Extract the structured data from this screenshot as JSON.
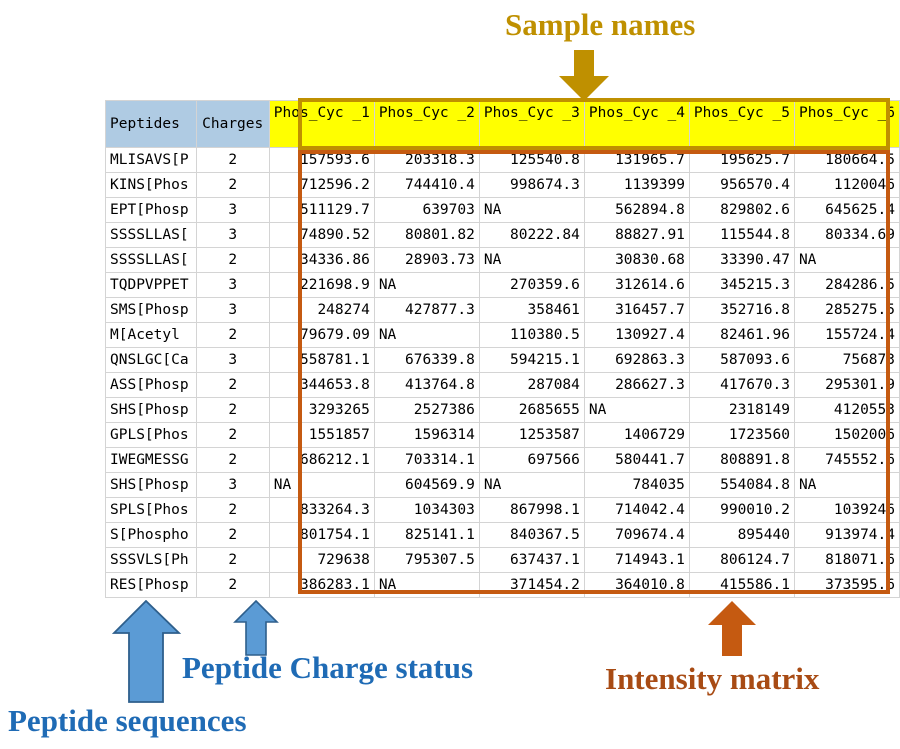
{
  "annotations": {
    "sample_names": {
      "label": "Sample names",
      "color": "#BF9000"
    },
    "intensity_matrix": {
      "label": "Intensity matrix",
      "color": "#A84B14"
    },
    "peptide_charge": {
      "label": "Peptide Charge status",
      "color": "#1F6BB5"
    },
    "peptide_sequences": {
      "label": "Peptide sequences",
      "color": "#1F6BB5"
    }
  },
  "table": {
    "headers": {
      "peptides": "Peptides",
      "charges": "Charges",
      "samples": [
        "Phos_Cyc_1",
        "Phos_Cyc_2",
        "Phos_Cyc_3",
        "Phos_Cyc_4",
        "Phos_Cyc_5",
        "Phos_Cyc_6"
      ]
    },
    "rows": [
      {
        "peptide": "MLISAVS[P",
        "charge": "2",
        "values": [
          "157593.6",
          "203318.3",
          "125540.8",
          "131965.7",
          "195625.7",
          "180664.5"
        ]
      },
      {
        "peptide": "KINS[Phos",
        "charge": "2",
        "values": [
          "712596.2",
          "744410.4",
          "998674.3",
          "1139399",
          "956570.4",
          "1120046"
        ]
      },
      {
        "peptide": "EPT[Phosp",
        "charge": "3",
        "values": [
          "511129.7",
          "639703",
          "NA",
          "562894.8",
          "829802.6",
          "645625.4"
        ]
      },
      {
        "peptide": "SSSSLLAS[",
        "charge": "3",
        "values": [
          "74890.52",
          "80801.82",
          "80222.84",
          "88827.91",
          "115544.8",
          "80334.69"
        ]
      },
      {
        "peptide": "SSSSLLAS[",
        "charge": "2",
        "values": [
          "34336.86",
          "28903.73",
          "NA",
          "30830.68",
          "33390.47",
          "NA"
        ]
      },
      {
        "peptide": "TQDPVPPET",
        "charge": "3",
        "values": [
          "221698.9",
          "NA",
          "270359.6",
          "312614.6",
          "345215.3",
          "284286.5"
        ]
      },
      {
        "peptide": "SMS[Phosp",
        "charge": "3",
        "values": [
          "248274",
          "427877.3",
          "358461",
          "316457.7",
          "352716.8",
          "285275.5"
        ]
      },
      {
        "peptide": "M[Acetyl",
        "charge": "2",
        "values": [
          "79679.09",
          "NA",
          "110380.5",
          "130927.4",
          "82461.96",
          "155724.4"
        ]
      },
      {
        "peptide": "QNSLGC[Ca",
        "charge": "3",
        "values": [
          "558781.1",
          "676339.8",
          "594215.1",
          "692863.3",
          "587093.6",
          "756873"
        ]
      },
      {
        "peptide": "ASS[Phosp",
        "charge": "2",
        "values": [
          "344653.8",
          "413764.8",
          "287084",
          "286627.3",
          "417670.3",
          "295301.9"
        ]
      },
      {
        "peptide": "SHS[Phosp",
        "charge": "2",
        "values": [
          "3293265",
          "2527386",
          "2685655",
          "NA",
          "2318149",
          "4120553"
        ]
      },
      {
        "peptide": "GPLS[Phos",
        "charge": "2",
        "values": [
          "1551857",
          "1596314",
          "1253587",
          "1406729",
          "1723560",
          "1502006"
        ]
      },
      {
        "peptide": "IWEGMESSG",
        "charge": "2",
        "values": [
          "686212.1",
          "703314.1",
          "697566",
          "580441.7",
          "808891.8",
          "745552.6"
        ]
      },
      {
        "peptide": "SHS[Phosp",
        "charge": "3",
        "values": [
          "NA",
          "604569.9",
          "NA",
          "784035",
          "554084.8",
          "NA"
        ]
      },
      {
        "peptide": "SPLS[Phos",
        "charge": "2",
        "values": [
          "833264.3",
          "1034303",
          "867998.1",
          "714042.4",
          "990010.2",
          "1039246"
        ]
      },
      {
        "peptide": "S[Phospho",
        "charge": "2",
        "values": [
          "801754.1",
          "825141.1",
          "840367.5",
          "709674.4",
          "895440",
          "913974.4"
        ]
      },
      {
        "peptide": "SSSVLS[Ph",
        "charge": "2",
        "values": [
          "729638",
          "795307.5",
          "637437.1",
          "714943.1",
          "806124.7",
          "818071.6"
        ]
      },
      {
        "peptide": "RES[Phosp",
        "charge": "2",
        "values": [
          "386283.1",
          "NA",
          "371454.2",
          "364010.8",
          "415586.1",
          "373595.6"
        ]
      }
    ]
  },
  "colors": {
    "header_peptide_bg": "#AFCBE3",
    "header_sample_bg": "#FFFF00",
    "sample_box_border": "#BF9000",
    "intensity_box_border": "#C55A11",
    "blue_arrow": "#5B9BD5",
    "orange_arrow": "#C55A11",
    "gold_arrow": "#BF9000"
  }
}
